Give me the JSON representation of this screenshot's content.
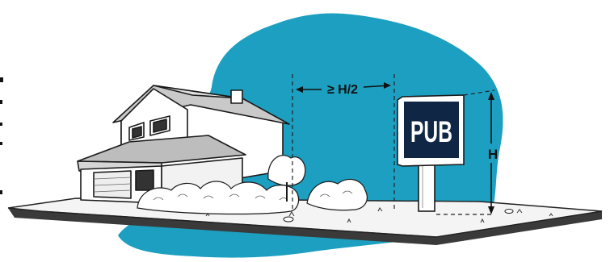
{
  "sign": {
    "text": "PUB"
  },
  "dimensions": {
    "setback_label": "≥ H/2",
    "height_label": "H"
  },
  "colors": {
    "blob": "#1c9fc0",
    "sign_panel": "#0f2744",
    "ink": "#111111",
    "ground_edge": "#3a3a3a"
  }
}
